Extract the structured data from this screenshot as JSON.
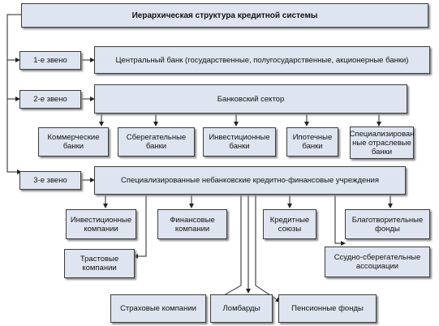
{
  "title": "Иерархическая структура кредитной системы",
  "levels": {
    "level1": "1-е звено",
    "level2": "2-е звено",
    "level3": "3-е звено"
  },
  "central_bank": "Центральный банк (государственные, полугосударственные, акционерные банки)",
  "banking_sector": "Банковский сектор",
  "banks": {
    "commercial": "Коммерческие банки",
    "savings": "Сберегательные банки",
    "investment": "Инвестиционные банки",
    "mortgage": "Ипотечные банки",
    "specialized": "Специализирован ные отраслевые банки"
  },
  "nonbank_sector": "Специализированные небанковские кредитно-финансовые учреждения",
  "institutions": {
    "investment_companies": "Инвестиционные компании",
    "financial_companies": "Финансовые компании",
    "credit_unions": "Кредитные союзы",
    "charitable_funds": "Благотворительные фонды",
    "trust_companies": "Трастовые компании",
    "savings_loan": "Ссудно-сберегательные ассоциации",
    "insurance": "Страховые компании",
    "pawnshops": "Ломбарды",
    "pension_funds": "Пенсионные фонды"
  }
}
